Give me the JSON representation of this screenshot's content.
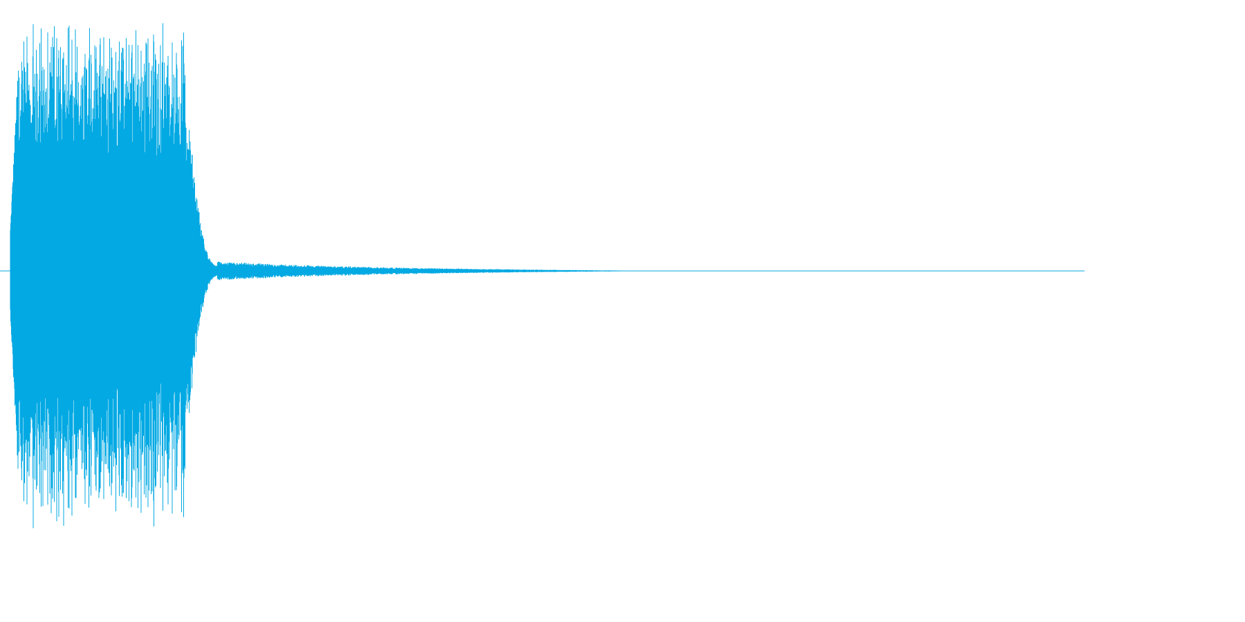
{
  "waveform": {
    "color": "#03a9e3",
    "background": "#ffffff",
    "envelope": {
      "onset_fraction": 0.0095,
      "sustain_end_fraction": 0.175,
      "tail_end_fraction": 0.58,
      "peak_amplitude": 0.98,
      "sustain_amplitude": 0.82,
      "tail_amplitude": 0.012
    }
  }
}
